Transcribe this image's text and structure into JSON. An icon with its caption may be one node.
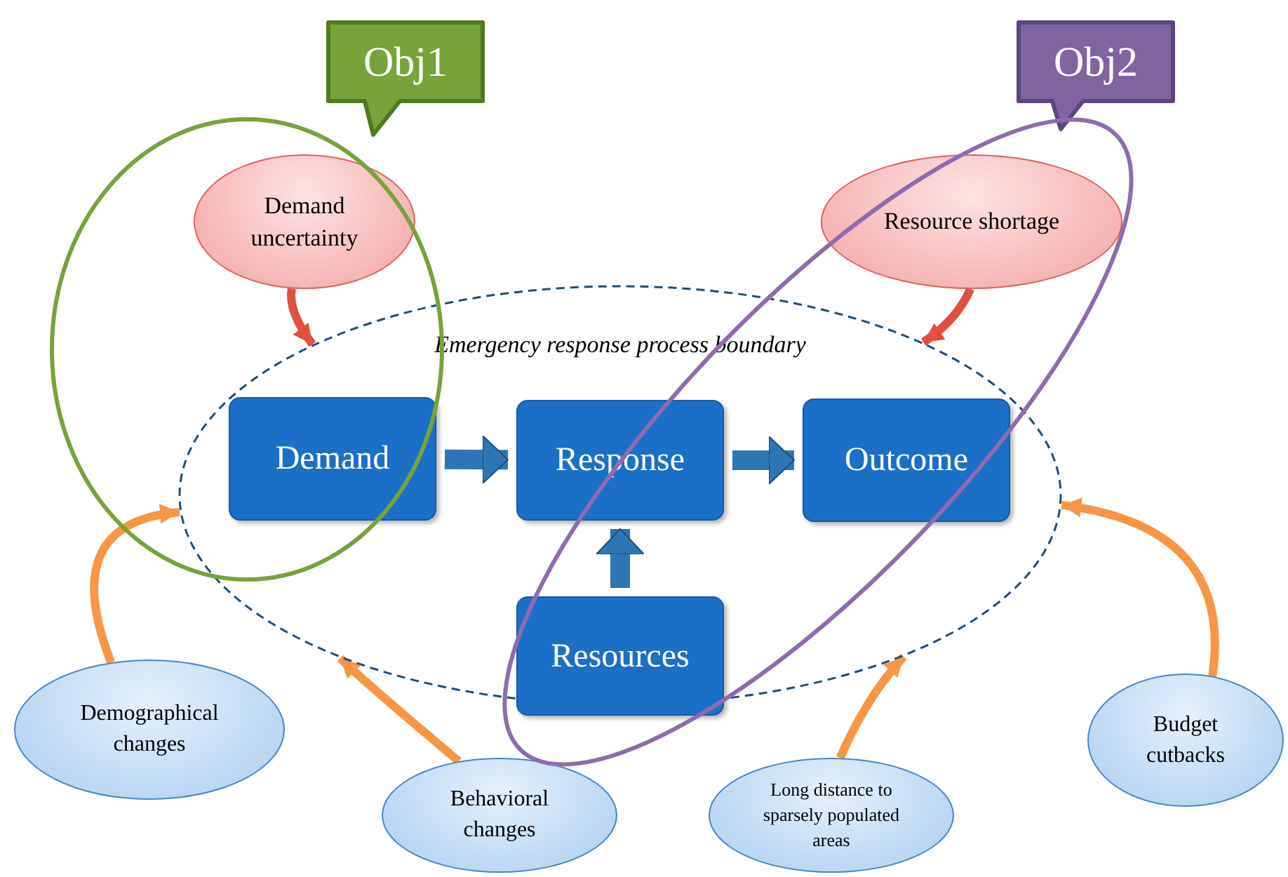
{
  "diagram": {
    "nodes": [
      {
        "text": [
          "Obj1"
        ]
      },
      {
        "text": [
          "Obj2"
        ]
      },
      {
        "text": [
          "Demand uncertainty"
        ]
      },
      {
        "text": [
          "Resource shortage"
        ]
      },
      {
        "text": [
          "Emergency response process boundary"
        ]
      },
      {
        "text": [
          "Demand"
        ],
        "in": 4
      },
      {
        "text": [
          "Response"
        ],
        "in": 4
      },
      {
        "text": [
          "Outcome"
        ],
        "in": 4
      },
      {
        "text": [
          "Resources"
        ]
      },
      {
        "text": [
          "Demographical changes"
        ]
      },
      {
        "text": [
          "Behavioral changes"
        ]
      },
      {
        "text": [
          "Long distance to sparsely populated areas"
        ]
      },
      {
        "text": [
          "Budget cutbacks"
        ]
      }
    ],
    "edges": [
      {
        "from": 2,
        "to": 4,
        "arrow": "to",
        "color": "#e0503f"
      },
      {
        "from": 3,
        "to": 4,
        "arrow": "to",
        "color": "#e0503f"
      },
      {
        "from": 5,
        "to": 6,
        "arrow": "to",
        "style": "thick",
        "color": "#2e75b6"
      },
      {
        "from": 6,
        "to": 7,
        "arrow": "to",
        "style": "thick",
        "color": "#2e75b6"
      },
      {
        "from": 8,
        "to": 6,
        "arrow": "to",
        "style": "thick",
        "color": "#2e75b6"
      },
      {
        "from": 9,
        "to": 4,
        "arrow": "to",
        "color": "#f79646"
      },
      {
        "from": 10,
        "to": 4,
        "arrow": "to",
        "color": "#f79646"
      },
      {
        "from": 11,
        "to": 4,
        "arrow": "to",
        "color": "#f79646"
      },
      {
        "from": 12,
        "to": 4,
        "arrow": "to",
        "color": "#f79646"
      }
    ]
  }
}
